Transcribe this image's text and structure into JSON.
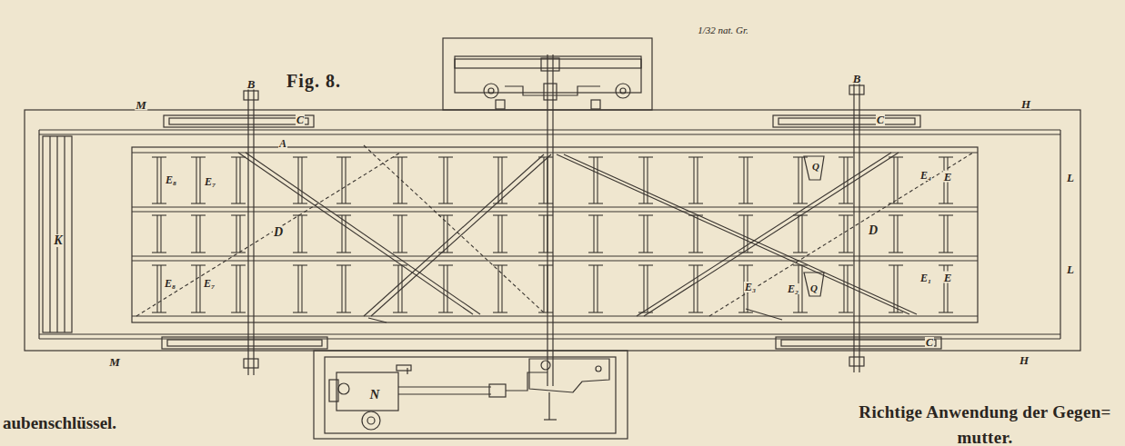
{
  "diagram": {
    "labels": [
      "1/32 nat. Gr.",
      "Fig. 8.",
      "M",
      "B",
      "C",
      "A",
      "B",
      "C",
      "H",
      "E₈",
      "E₇",
      "Q",
      "E₄",
      "E",
      "K",
      "D",
      "D",
      "L",
      "L",
      "E₈",
      "E₇",
      "E₃",
      "E₂",
      "Q",
      "E₁",
      "E",
      "M",
      "C",
      "H",
      "N",
      "aubenschlüssel.",
      "Richtige Anwendung der Gegen= mutter."
    ]
  }
}
